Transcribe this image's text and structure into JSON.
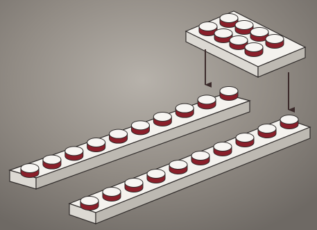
{
  "figure": {
    "background": {
      "colors": [
        "#9a948d",
        "#b3aea7",
        "#7e7973",
        "#6d6863"
      ]
    },
    "brick_colors": {
      "top": "#f4f2ee",
      "side_front": "#d9d6d0",
      "side_right": "#b9b5ae",
      "outline": "#2f2b2a",
      "stud_top": "#f7f5f2",
      "stud_side": "#8a1f2a",
      "stud_shadow": "#4a1016"
    },
    "arrow_color": "#3b2a2a",
    "bricks": [
      {
        "name": "top-plate-2x4",
        "rows": 2,
        "cols": 4
      },
      {
        "name": "long-plate-back-1x10",
        "rows": 1,
        "cols": 10
      },
      {
        "name": "long-plate-front-1x10",
        "rows": 1,
        "cols": 10
      }
    ]
  }
}
